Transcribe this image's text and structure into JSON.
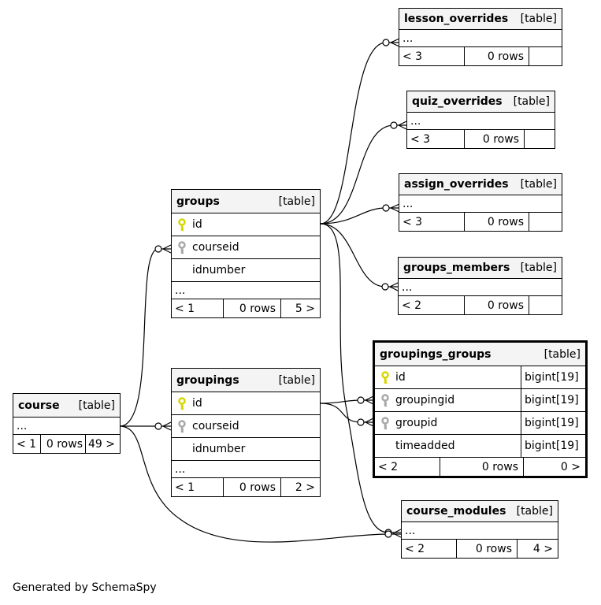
{
  "tag": "[table]",
  "ellipsis": "...",
  "key_colors": {
    "primary": "#d6d600",
    "foreign": "#a8a8a8"
  },
  "tables": {
    "lesson_overrides": {
      "name": "lesson_overrides",
      "parents": "< 3",
      "rows": "0 rows",
      "children": ""
    },
    "quiz_overrides": {
      "name": "quiz_overrides",
      "parents": "< 3",
      "rows": "0 rows",
      "children": ""
    },
    "assign_overrides": {
      "name": "assign_overrides",
      "parents": "< 3",
      "rows": "0 rows",
      "children": ""
    },
    "groups_members": {
      "name": "groups_members",
      "parents": "< 2",
      "rows": "0 rows",
      "children": ""
    },
    "groups": {
      "name": "groups",
      "parents": "< 1",
      "rows": "0 rows",
      "children": "5 >",
      "columns": [
        {
          "name": "id",
          "key": "primary"
        },
        {
          "name": "courseid",
          "key": "foreign"
        },
        {
          "name": "idnumber",
          "key": ""
        }
      ]
    },
    "groupings": {
      "name": "groupings",
      "parents": "< 1",
      "rows": "0 rows",
      "children": "2 >",
      "columns": [
        {
          "name": "id",
          "key": "primary"
        },
        {
          "name": "courseid",
          "key": "foreign"
        },
        {
          "name": "idnumber",
          "key": ""
        }
      ]
    },
    "groupings_groups": {
      "name": "groupings_groups",
      "parents": "< 2",
      "rows": "0 rows",
      "children": "0 >",
      "columns": [
        {
          "name": "id",
          "type": "bigint[19]",
          "key": "primary"
        },
        {
          "name": "groupingid",
          "type": "bigint[19]",
          "key": "foreign"
        },
        {
          "name": "groupid",
          "type": "bigint[19]",
          "key": "foreign"
        },
        {
          "name": "timeadded",
          "type": "bigint[19]",
          "key": ""
        }
      ]
    },
    "course": {
      "name": "course",
      "parents": "< 1",
      "rows": "0 rows",
      "children": "49 >"
    },
    "course_modules": {
      "name": "course_modules",
      "parents": "< 2",
      "rows": "0 rows",
      "children": "4 >"
    }
  },
  "relationships": [
    {
      "from": "groups",
      "to": "lesson_overrides"
    },
    {
      "from": "groups",
      "to": "quiz_overrides"
    },
    {
      "from": "groups",
      "to": "assign_overrides"
    },
    {
      "from": "groups",
      "to": "groups_members"
    },
    {
      "from": "groups",
      "to": "course_modules"
    },
    {
      "from": "groupings",
      "to": "groupings_groups"
    },
    {
      "from": "groups",
      "to": "groupings_groups"
    },
    {
      "from": "course",
      "to": "groups"
    },
    {
      "from": "course",
      "to": "groupings"
    },
    {
      "from": "course",
      "to": "course_modules"
    }
  ],
  "footer": "Generated by SchemaSpy"
}
